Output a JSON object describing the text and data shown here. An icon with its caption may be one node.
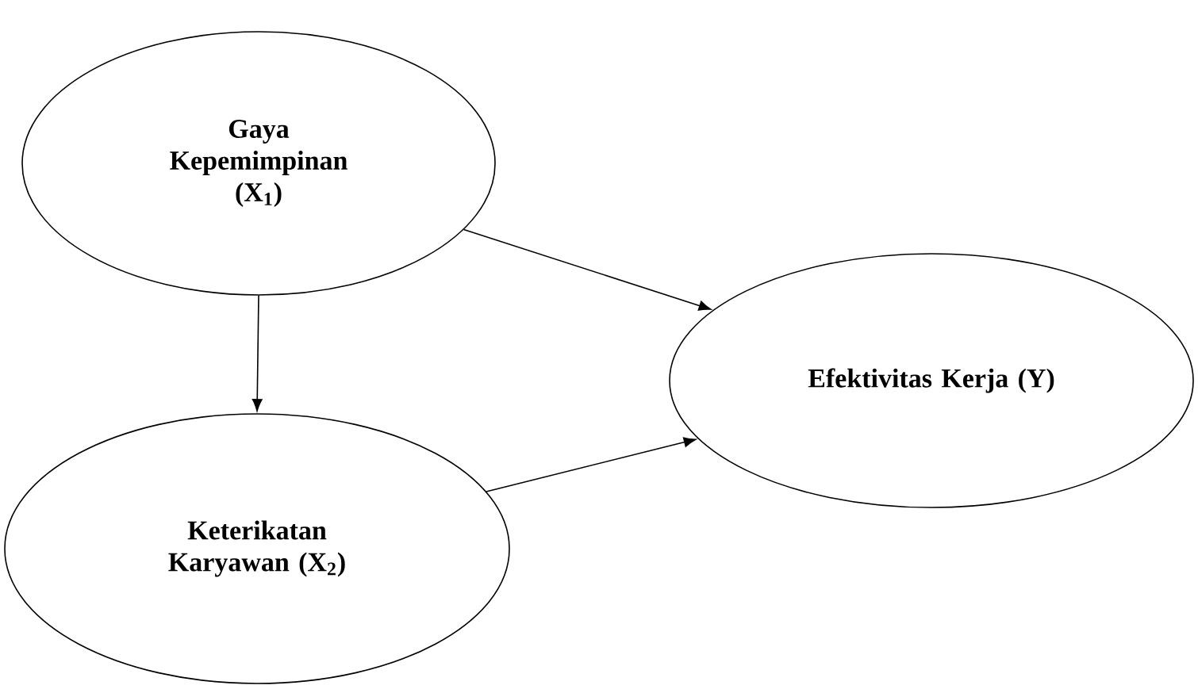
{
  "diagram": {
    "nodes": [
      {
        "text": [
          "Gaya Kepemimpinan (X$_{1}$)"
        ]
      },
      {
        "text": [
          "Efektivitas Kerja (Y)"
        ]
      },
      {
        "text": [
          "Keterikatan Karyawan (X$_{2}$)"
        ]
      }
    ],
    "edges": [
      {
        "from": 0,
        "to": 1,
        "arrow": "to"
      },
      {
        "from": 0,
        "to": 2,
        "arrow": "to"
      },
      {
        "from": 2,
        "to": 1,
        "arrow": "to"
      }
    ]
  }
}
